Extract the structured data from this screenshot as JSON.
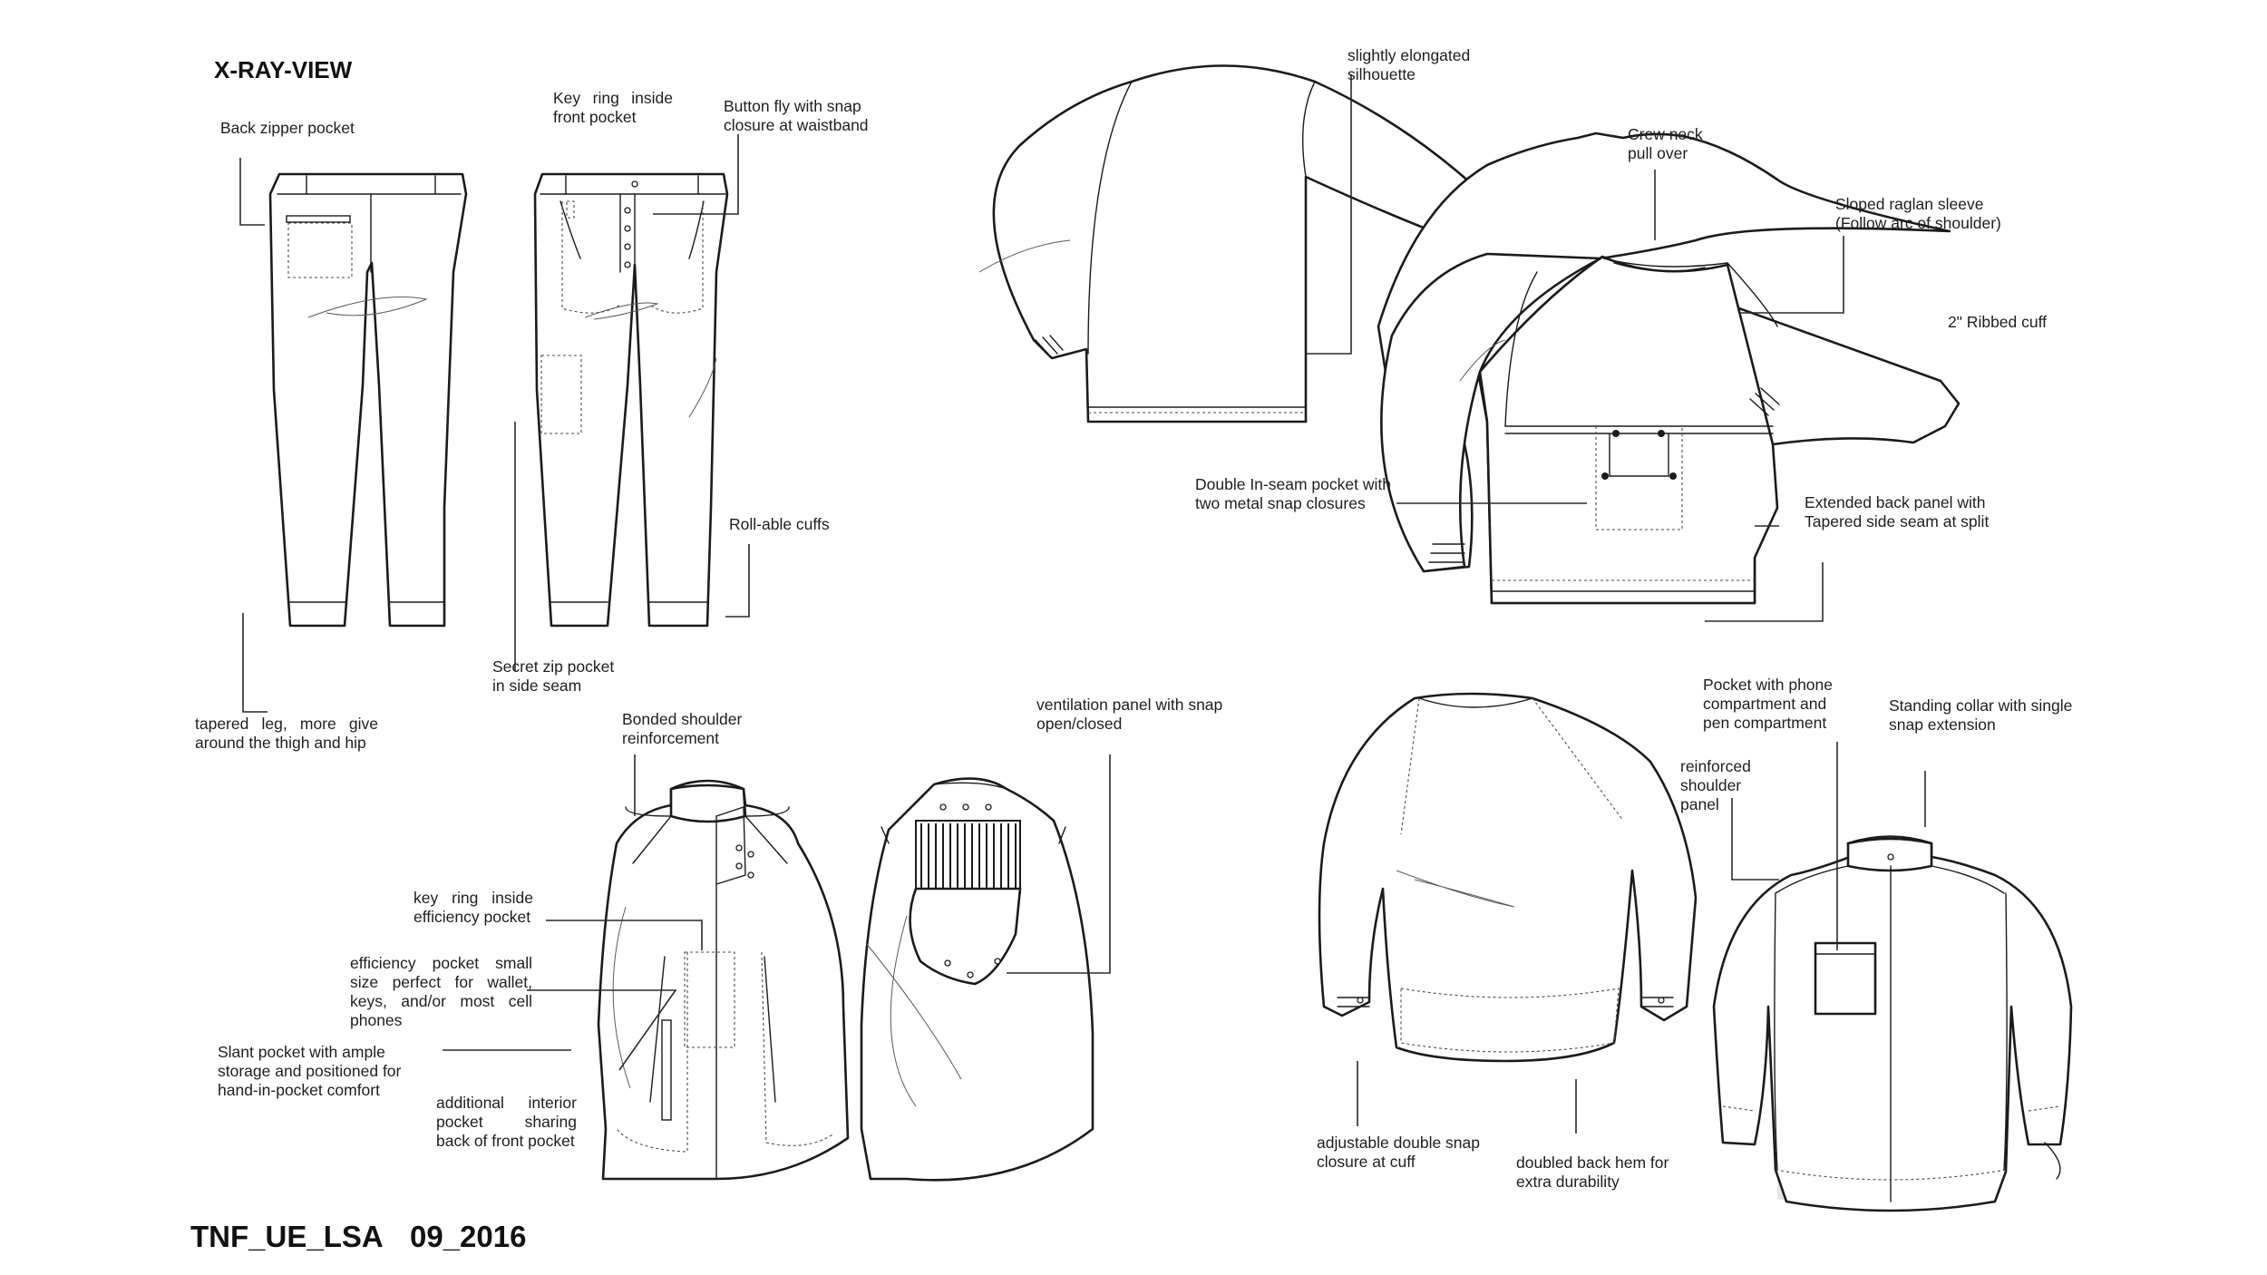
{
  "title": "X-RAY-VIEW",
  "footer": {
    "code": "TNF_UE_LSA",
    "date": "09_2016"
  },
  "labels": {
    "back_zipper_pocket": "Back zipper pocket",
    "key_ring_front": "Key ring inside front pocket",
    "button_fly": "Button fly with snap\nclosure at waistband",
    "secret_zip_pocket": "Secret zip pocket\nin side seam",
    "rollable_cuffs": "Roll-able cuffs",
    "tapered_leg": "tapered leg, more give around the thigh and hip",
    "elongated_silhouette": "slightly elongated\nsilhouette",
    "crew_neck": "Crew neck\npull over",
    "raglan_sleeve": "Sloped raglan sleeve\n(Follow arc of shoulder)",
    "ribbed_cuff": "2\" Ribbed cuff",
    "inseam_pocket": "Double In-seam pocket with\ntwo metal snap closures",
    "extended_back_panel": "Extended back panel with\nTapered side seam at split",
    "bonded_shoulder": "Bonded shoulder\nreinforcement",
    "ventilation_panel": "ventilation panel with snap\nopen/closed",
    "key_ring_efficiency": "key ring inside efficiency pocket",
    "efficiency_pocket": "efficiency pocket small size perfect for wallet, keys, and/or most cell phones",
    "slant_pocket": "Slant pocket with ample\nstorage and positioned for\nhand-in-pocket comfort",
    "interior_pocket": "additional interior pocket sharing back of front pocket",
    "phone_pocket": "Pocket with phone\ncompartment and\npen compartment",
    "standing_collar": "Standing collar with single\nsnap extension",
    "reinforced_shoulder": "reinforced shoulder panel",
    "double_snap_cuff": "adjustable double snap\nclosure at cuff",
    "doubled_back_hem": "doubled back hem for\nextra durability"
  }
}
